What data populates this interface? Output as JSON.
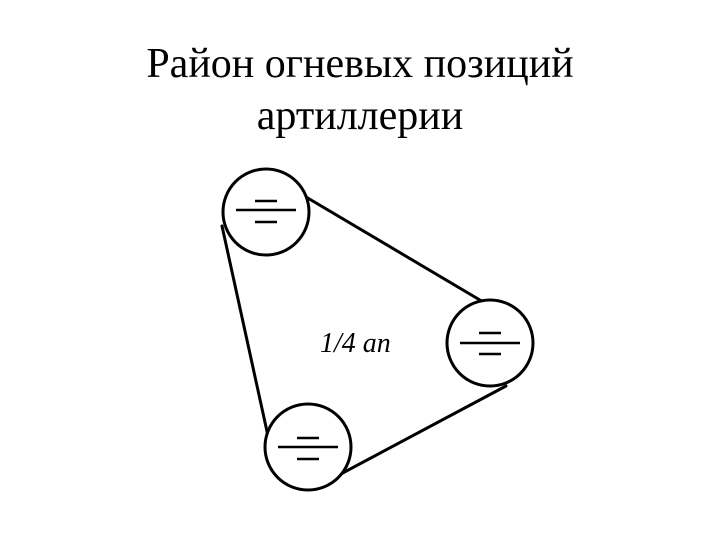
{
  "slide": {
    "title_line1": "Район огневых позиций",
    "title_line2": "артиллерии"
  },
  "diagram": {
    "center_label": "1/4 ап",
    "positions": [
      {
        "id": "top-left",
        "symbol": "artillery-position-icon"
      },
      {
        "id": "right",
        "symbol": "artillery-position-icon"
      },
      {
        "id": "bottom",
        "symbol": "artillery-position-icon"
      }
    ],
    "colors": {
      "stroke": "#000000",
      "fill": "#ffffff",
      "text": "#000000"
    }
  }
}
